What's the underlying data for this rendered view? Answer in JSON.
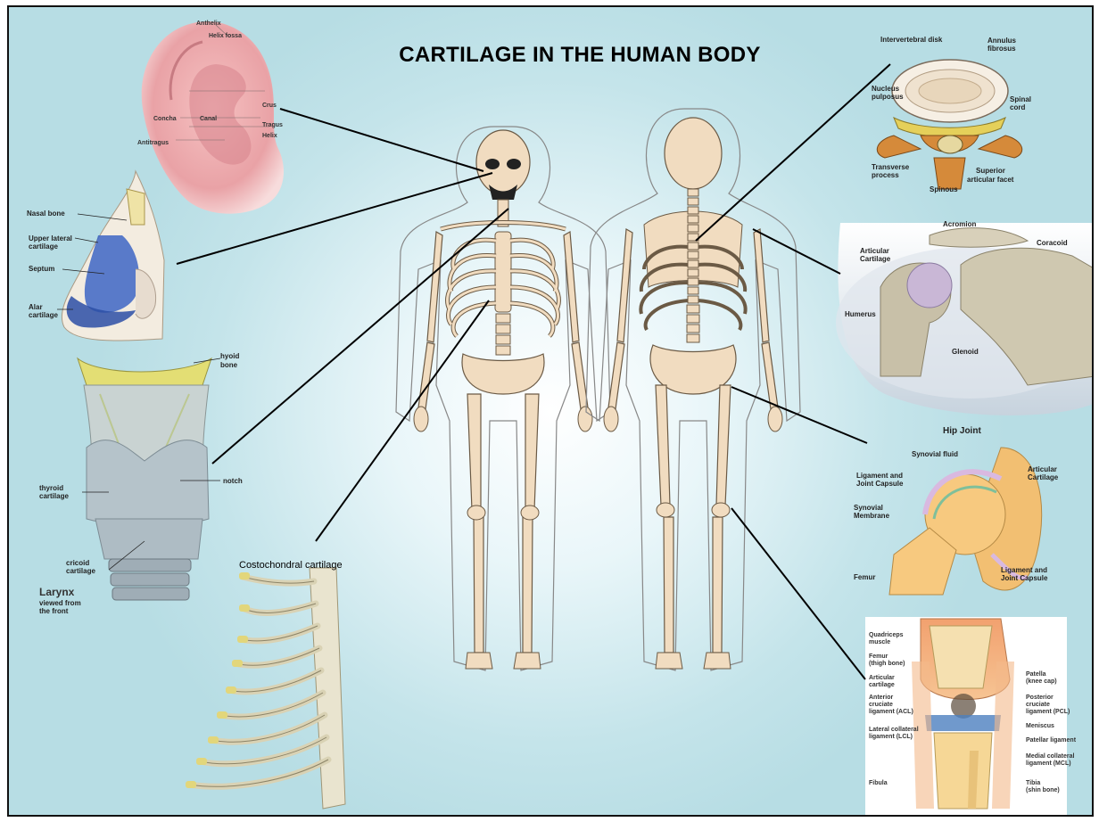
{
  "title": "CARTILAGE IN THE HUMAN BODY",
  "costochondral_label": "Costochondral cartilage",
  "colors": {
    "background_light": "#ffffff",
    "background_teal": "#b7dde4",
    "bone": "#f1dcc0",
    "bone_outline": "#6b5a45",
    "cartilage_blue": "#3d66c4",
    "cartilage_yellow": "#e6d86a",
    "line": "#000000",
    "frame": "#111111"
  },
  "icons": [
    "ear-illustration",
    "nose-cartilage-illustration",
    "larynx-illustration",
    "rib-cage-illustration",
    "front-skeleton",
    "back-skeleton",
    "intervertebral-disc-illustration",
    "shoulder-joint-illustration",
    "hip-joint-illustration",
    "knee-joint-illustration"
  ]
}
